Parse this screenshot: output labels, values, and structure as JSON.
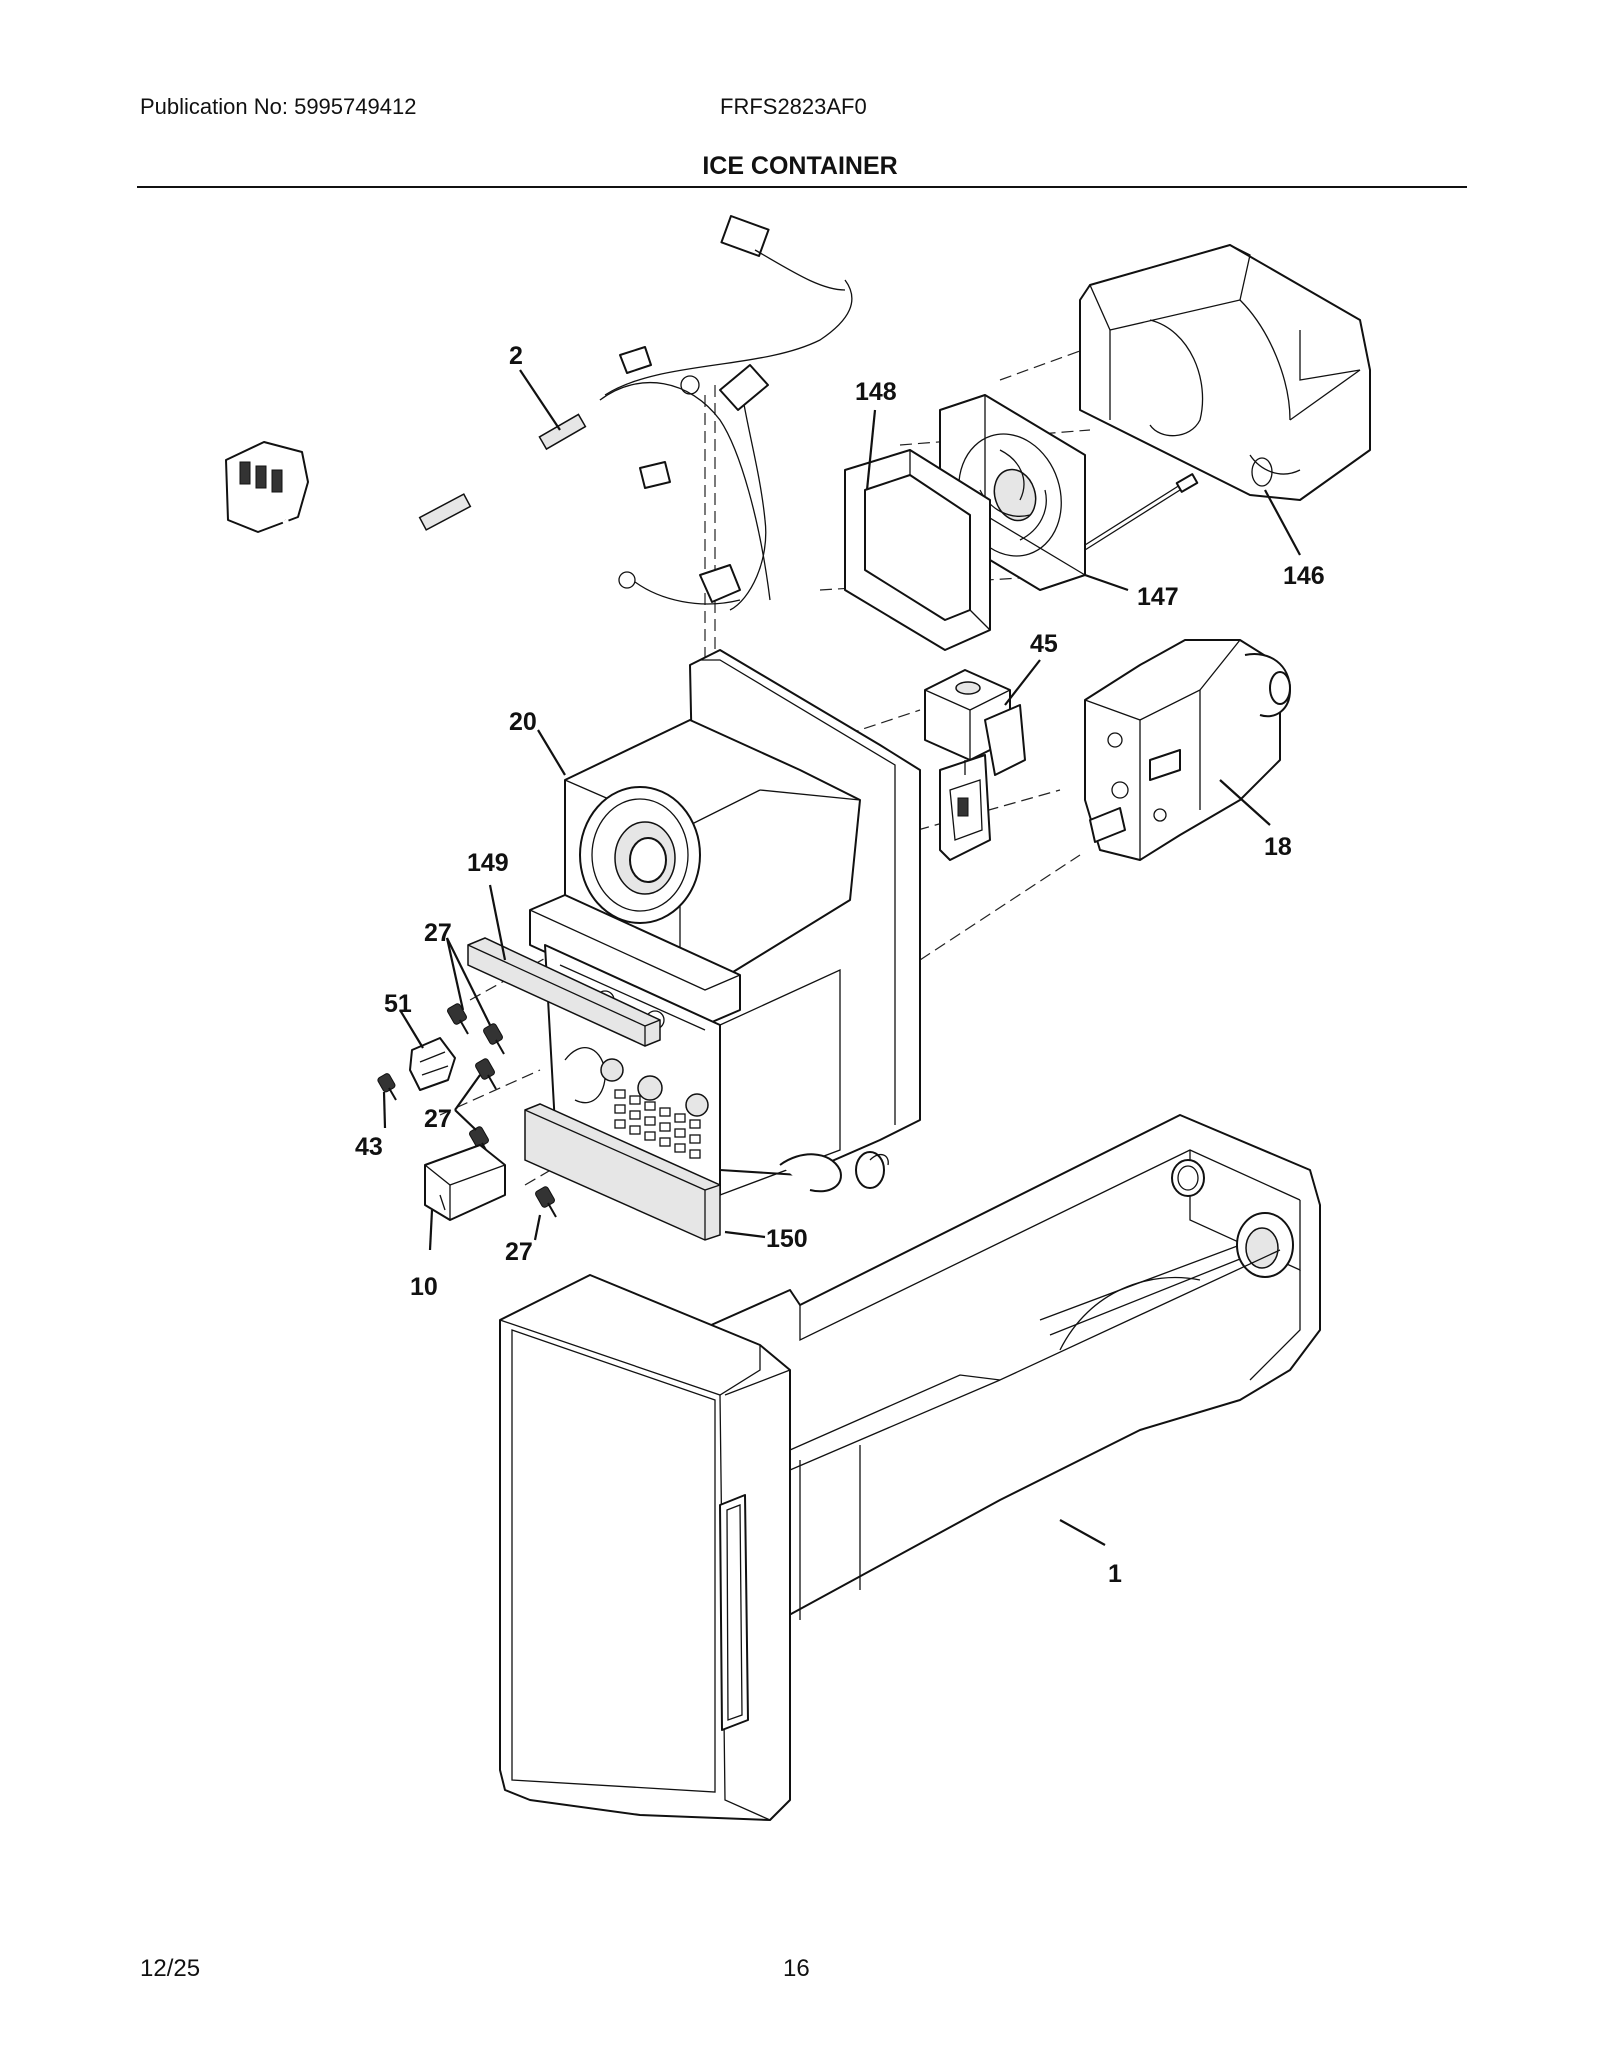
{
  "header": {
    "publication": "Publication No: 5995749412",
    "model": "FRFS2823AF0",
    "title": "ICE CONTAINER"
  },
  "footer": {
    "date": "12/25",
    "page": "16"
  },
  "callouts": {
    "c1": "1",
    "c2": "2",
    "c10": "10",
    "c18": "18",
    "c20": "20",
    "c27a": "27",
    "c27b": "27",
    "c27c": "27",
    "c43": "43",
    "c45": "45",
    "c51": "51",
    "c146": "146",
    "c147": "147",
    "c148": "148",
    "c149": "149",
    "c150": "150"
  }
}
